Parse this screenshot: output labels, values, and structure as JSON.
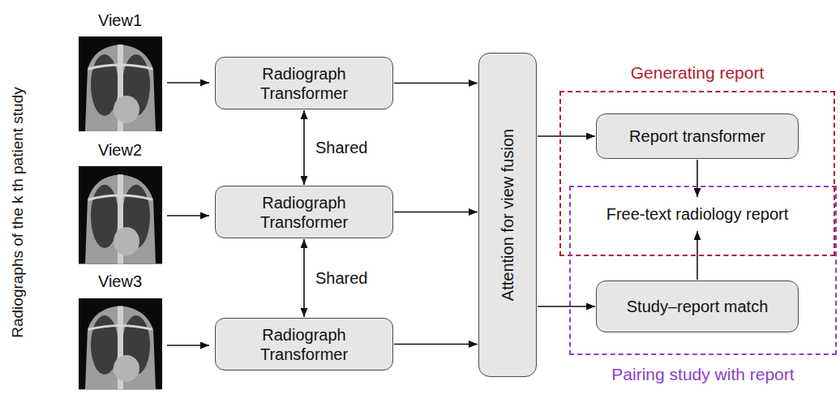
{
  "diagram": {
    "nodes": [
      {
        "text": [
          "Radiograph Transformer"
        ]
      },
      {
        "text": [
          "Radiograph Transformer"
        ]
      },
      {
        "text": [
          "Radiograph Transformer"
        ]
      },
      {
        "text": [
          "Attention for view fusion"
        ]
      },
      {
        "text": [
          "Generating report"
        ]
      },
      {
        "text": [
          "Report transformer"
        ],
        "in": 4
      },
      {
        "text": [
          "Free-text radiology report"
        ],
        "in": 4
      },
      {
        "text": [
          "Pairing study with report"
        ]
      },
      {
        "text": [
          "Study–report match"
        ],
        "in": 7
      }
    ],
    "edges": [
      {
        "from": 0,
        "to": 1,
        "label": "Shared",
        "arrow": "both"
      },
      {
        "from": 1,
        "to": 2,
        "label": "Shared",
        "arrow": "both"
      },
      {
        "from": 0,
        "to": 3,
        "arrow": "to"
      },
      {
        "from": 1,
        "to": 3,
        "arrow": "to"
      },
      {
        "from": 2,
        "to": 3,
        "arrow": "to"
      },
      {
        "from": 3,
        "to": 5,
        "arrow": "to"
      },
      {
        "from": 3,
        "to": 8,
        "arrow": "to"
      },
      {
        "from": 5,
        "to": 6,
        "arrow": "to"
      },
      {
        "from": 8,
        "to": 6,
        "arrow": "to"
      }
    ],
    "labels": [
      "Radiographs of the k th patient study",
      "View1",
      "View2",
      "View3"
    ]
  }
}
